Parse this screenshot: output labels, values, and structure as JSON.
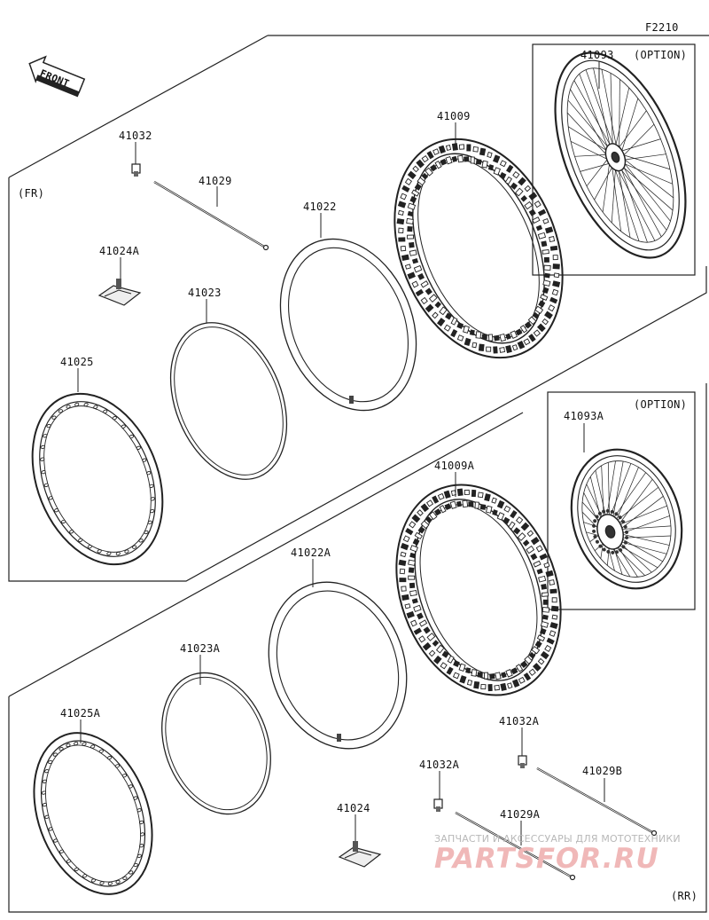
{
  "figure_code": "F2210",
  "front_label": "FRONT",
  "sections": {
    "front": "(FR)",
    "rear": "(RR)",
    "option_front": "(OPTION)",
    "option_rear": "(OPTION)"
  },
  "parts": {
    "p41093": "41093",
    "p41009": "41009",
    "p41032": "41032",
    "p41029": "41029",
    "p41022": "41022",
    "p41024A": "41024A",
    "p41023": "41023",
    "p41025": "41025",
    "p41093A": "41093A",
    "p41009A": "41009A",
    "p41022A": "41022A",
    "p41023A": "41023A",
    "p41025A": "41025A",
    "p41032A_1": "41032A",
    "p41029B": "41029B",
    "p41032A_2": "41032A",
    "p41029A": "41029A",
    "p41024": "41024"
  },
  "watermark": {
    "line1": "ЗАПЧАСТИ И АКСЕССУАРЫ ДЛЯ МОТОТЕХНИКИ",
    "line2": "PARTSFOR.RU"
  }
}
